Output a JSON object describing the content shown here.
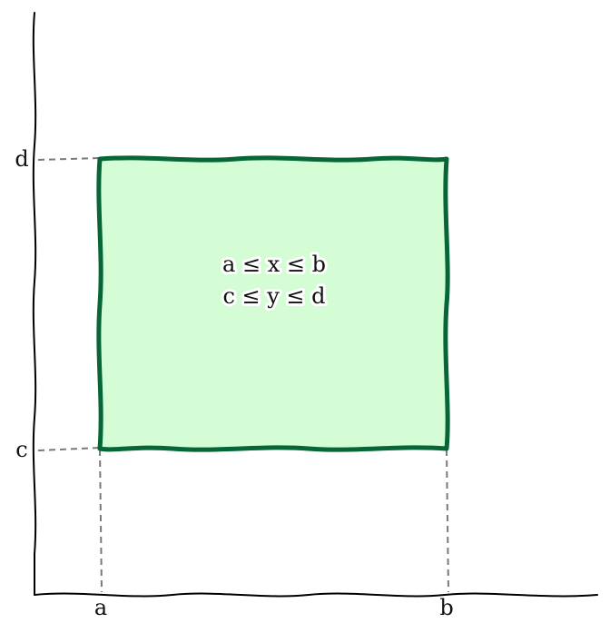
{
  "diagram": {
    "x_ticks": {
      "a": "a",
      "b": "b"
    },
    "y_ticks": {
      "c": "c",
      "d": "d"
    },
    "region": {
      "line1": "a ≤ x ≤ b",
      "line2": "c ≤ y ≤ d"
    },
    "colors": {
      "region_fill": "#d4fdd5",
      "region_stroke": "#066635",
      "guide": "#7a7a7a",
      "axis": "#000000"
    }
  }
}
